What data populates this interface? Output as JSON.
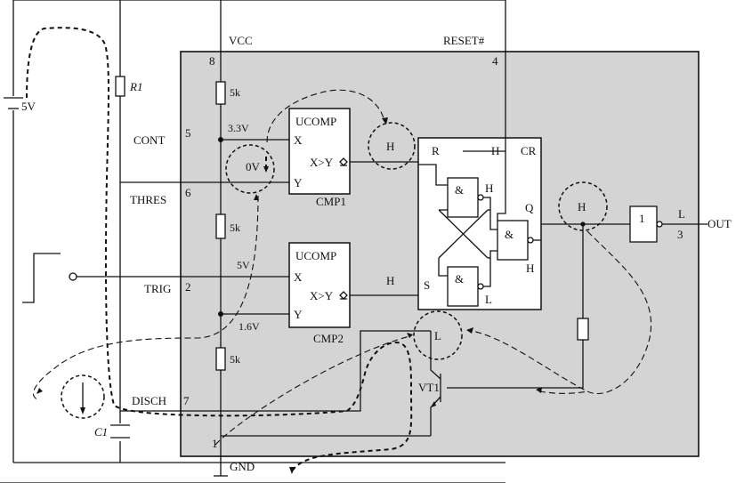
{
  "chip": {
    "vcc_label": "VCC",
    "reset_label": "RESET#",
    "gnd_label": "GND",
    "out_label": "OUT",
    "pins": {
      "vcc": "8",
      "reset": "4",
      "cont": "5",
      "thres": "6",
      "trig": "2",
      "disch": "7",
      "gnd": "1",
      "out": "3"
    },
    "pin_names": {
      "cont": "CONT",
      "thres": "THRES",
      "trig": "TRIG",
      "disch": "DISCH"
    }
  },
  "divider": {
    "r_top": "5k",
    "r_mid": "5k",
    "r_bot": "5k",
    "v_high": "3.3V",
    "v_low": "1.6V",
    "v_trig": "5V"
  },
  "comparators": {
    "cmp1": {
      "title": "UCOMP",
      "in_x": "X",
      "in_y": "Y",
      "out": "X>Y",
      "name": "CMP1",
      "out_state": "H",
      "probe": "0V"
    },
    "cmp2": {
      "title": "UCOMP",
      "in_x": "X",
      "in_y": "Y",
      "out": "X>Y",
      "name": "CMP2",
      "out_state": "H"
    }
  },
  "latch": {
    "name": "CR",
    "r": "R",
    "s": "S",
    "q": "Q",
    "gate_sym": "&",
    "states": {
      "top_in": "H",
      "g1_out": "H",
      "g3_out": "H",
      "g2_out": "L",
      "q_state": "H",
      "vt_base": "L"
    }
  },
  "output": {
    "inverter_sym": "1",
    "out_state": "L"
  },
  "transistor": {
    "name": "VT1"
  },
  "external": {
    "supply": "5V",
    "r1": "R1",
    "c1": "C1"
  }
}
